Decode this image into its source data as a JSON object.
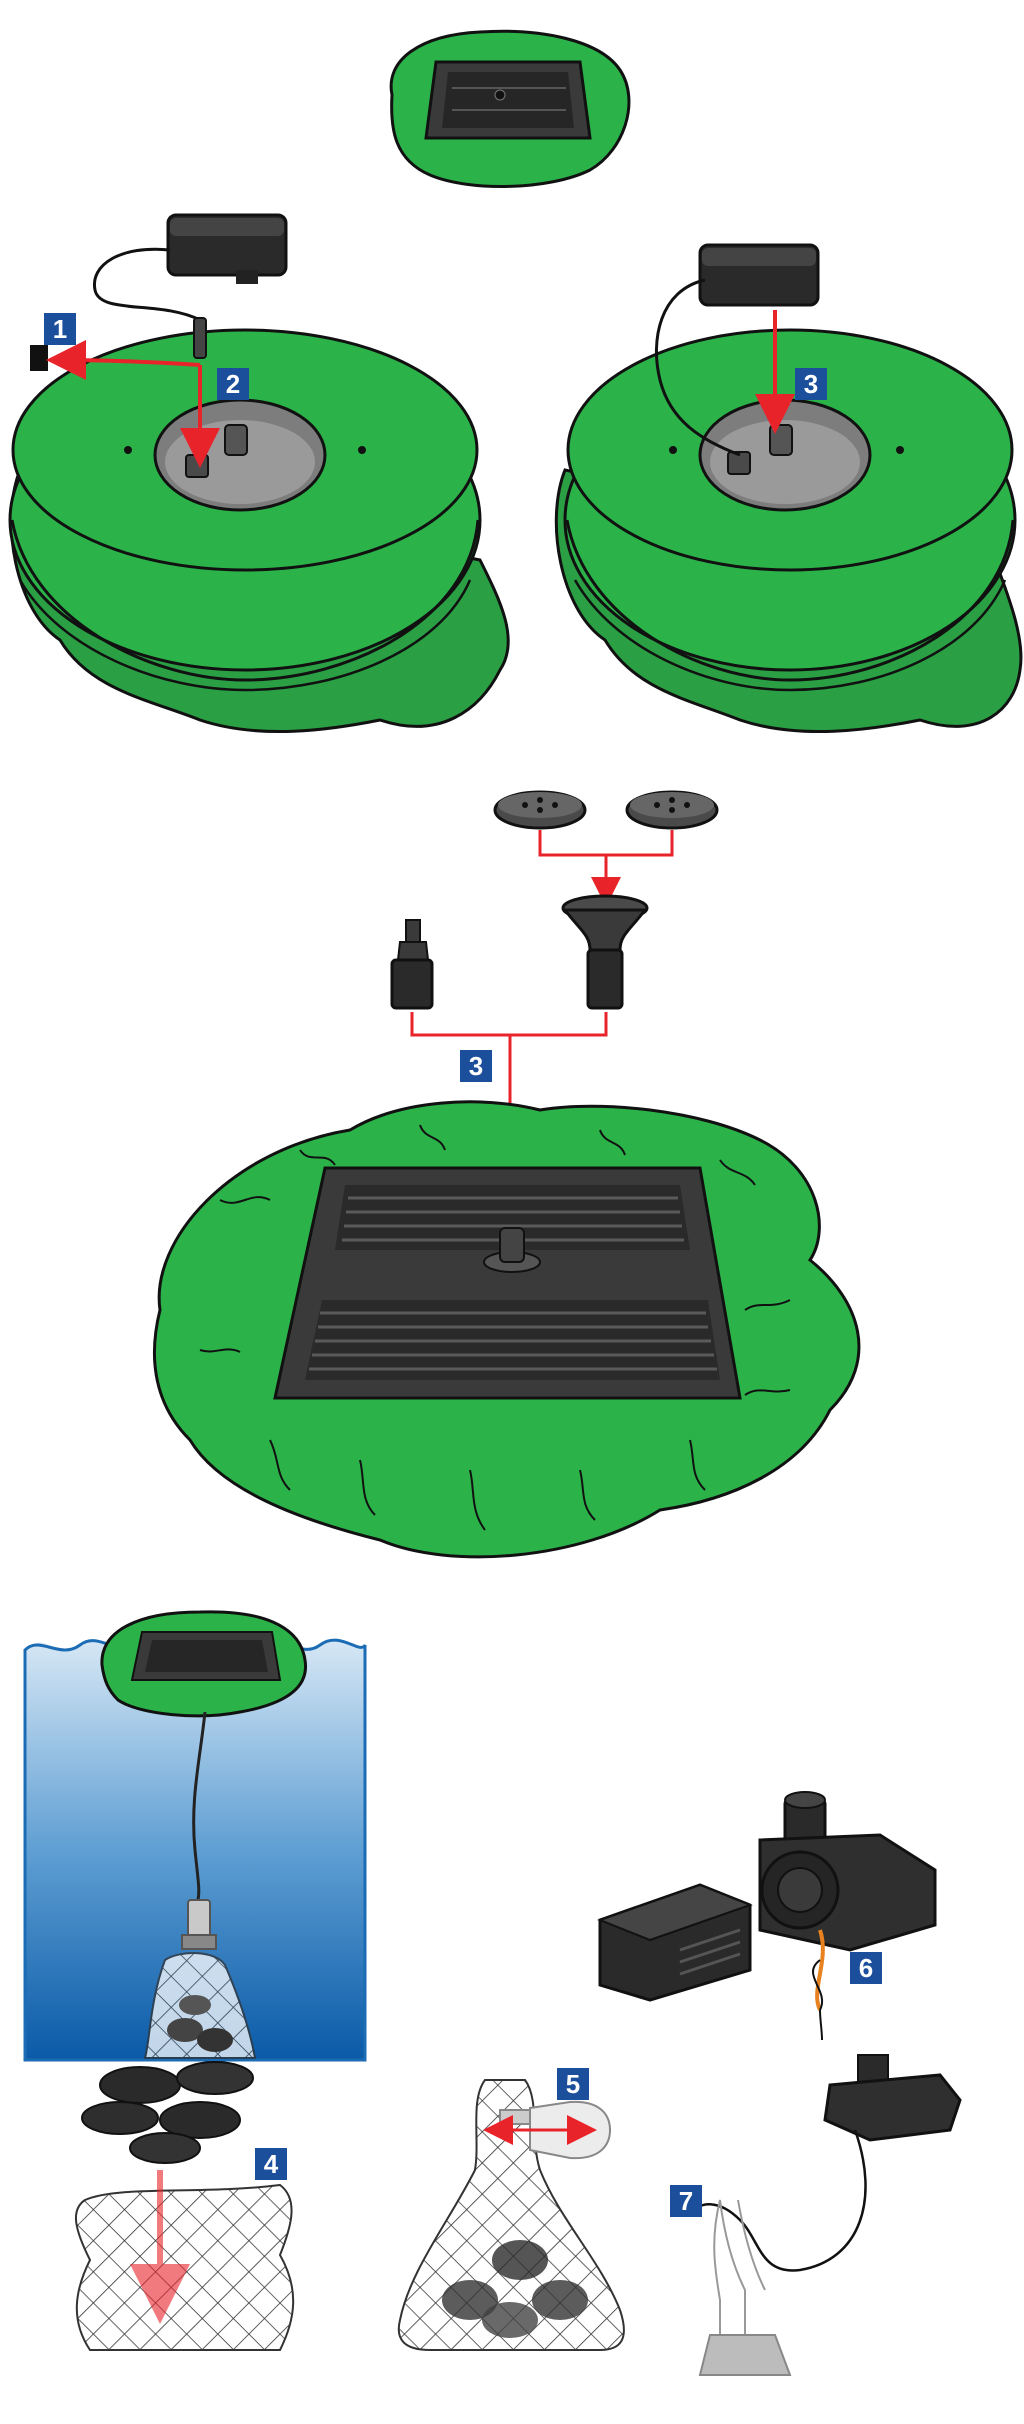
{
  "steps": {
    "s1": "1",
    "s2": "2",
    "s3a": "3",
    "s3b": "3",
    "s4": "4",
    "s5": "5",
    "s6": "6",
    "s7": "7"
  },
  "colors": {
    "leaf_green": "#2bb34a",
    "leaf_dark": "#1f8d3a",
    "panel_dark": "#3a3a3a",
    "arrow_red": "#e8232a",
    "badge_blue": "#1b4e9b",
    "water_top": "#cfe3f4",
    "water_bottom": "#0a5aa8"
  },
  "icons": [
    "solar-panel-icon",
    "power-adapter-icon",
    "pump-icon",
    "nozzle-icon",
    "stone-icon",
    "net-bag-icon",
    "water-icon"
  ]
}
